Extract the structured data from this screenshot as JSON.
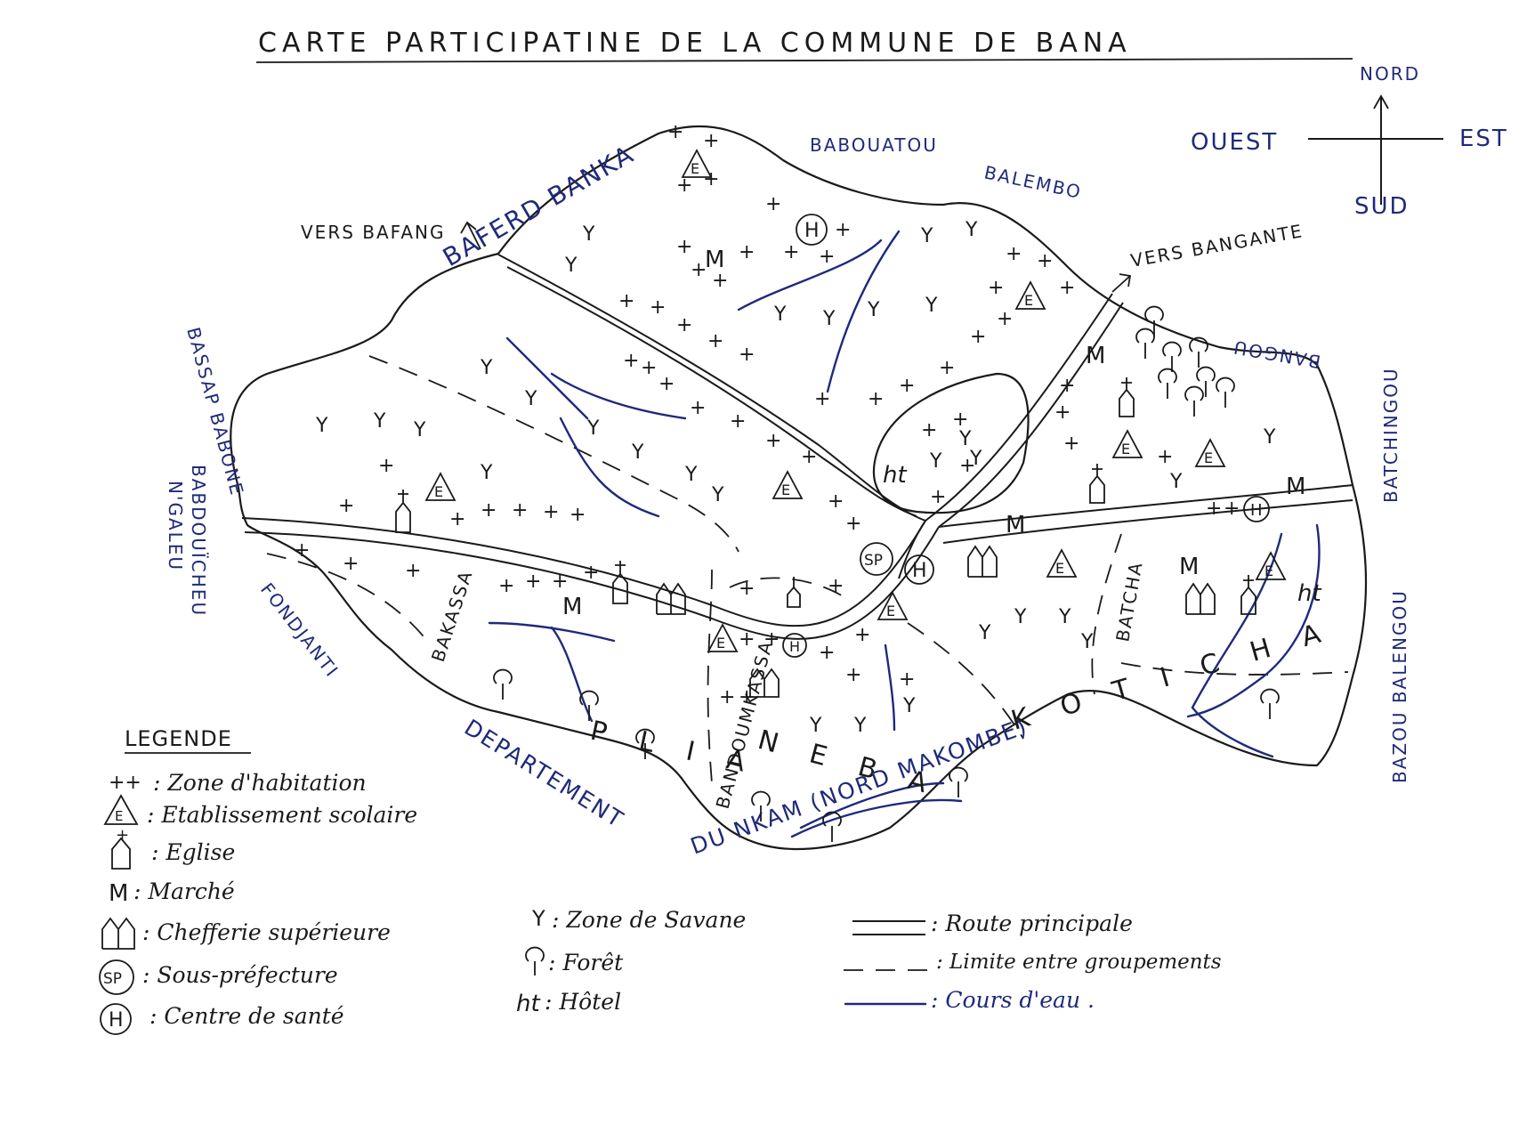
{
  "title": "CARTE   PARTICIPATINE DE   LA COMMUNE DE BANA",
  "compass": {
    "north": "NORD",
    "south": "SUD",
    "east": "EST",
    "west": "OUEST"
  },
  "places": {
    "baferd_banka": "BAFERD BANKA",
    "babouatou": "BABOUATOU",
    "balembo": "BALEMBO",
    "vers_bafang": "VERS BAFANG",
    "vers_bangante": "VERS BANGANTE",
    "bassap_babone": "BASSAP BABONE",
    "bangou": "BANGOU",
    "batchingou": "BATCHINGOU",
    "babdouichu_ngaleu": "BABDOUÏCHEU",
    "ngaleu": "N'GALEU",
    "fondjanti": "FONDJANTI",
    "bakassa": "BAKASSA",
    "bandoumkassa": "BANDOUMKASSA",
    "batcha": "BATCHA",
    "koticha": "K O T I C H A",
    "plia": "P L I A",
    "neba": "N E B A",
    "bazou_balengou": "BAZOU BALENGOU",
    "department": "DEPARTEMENT",
    "du_nkam": "DU NKAM (NORD MAKOMBE)"
  },
  "symbols": {
    "habitation": "+",
    "savane": "Y",
    "market": "M",
    "hotel": "ht",
    "school": "E",
    "health": "H",
    "subprefecture": "SP"
  },
  "legend": {
    "heading": "LEGENDE",
    "items": [
      {
        "symbol": "++",
        "text": ": Zone d'habitation"
      },
      {
        "symbol": "E",
        "text": ": Etablissement scolaire"
      },
      {
        "symbol": "+",
        "text": ": Eglise"
      },
      {
        "symbol": "M",
        "text": ": Marché"
      },
      {
        "symbol": "chefferie",
        "text": ": Chefferie supérieure"
      },
      {
        "symbol": "SP",
        "text": ": Sous-préfecture"
      },
      {
        "symbol": "H",
        "text": ": Centre de santé"
      },
      {
        "symbol": "Y",
        "text": ": Zone de Savane"
      },
      {
        "symbol": "forest",
        "text": ": Forêt"
      },
      {
        "symbol": "ht",
        "text": ": Hôtel"
      },
      {
        "symbol": "road",
        "text": ": Route principale"
      },
      {
        "symbol": "limit",
        "text": ": Limite entre groupements"
      },
      {
        "symbol": "river",
        "text": ": Cours d'eau ."
      }
    ]
  },
  "colors": {
    "ink": "#1a1a1a",
    "blue_ink": "#1f2a7a",
    "paper": "#ffffff"
  }
}
